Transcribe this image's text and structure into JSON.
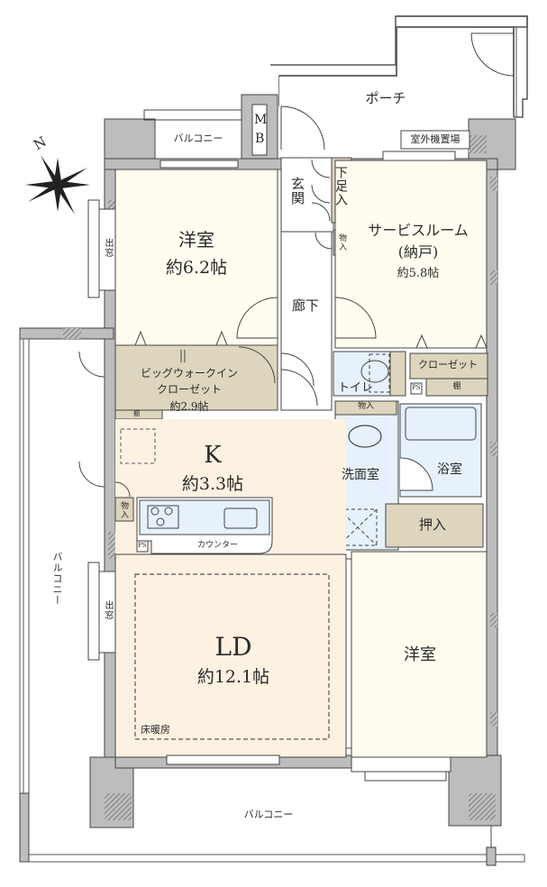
{
  "plan": {
    "colors": {
      "wall": "#bdbdbd",
      "wall_line": "#444444",
      "room_western": "#fffdf0",
      "room_ldk": "#fdf1e2",
      "room_wet": "#e6f1fb",
      "storage": "#ddd5bd",
      "corridor": "#ffffff"
    },
    "compass": {
      "label": "N"
    },
    "porch": {
      "label": "ポーチ"
    },
    "mb": {
      "line1": "M",
      "line2": "B"
    },
    "outdoor_unit": {
      "label": "室外機置場"
    },
    "balcony_north": {
      "label": "バルコニー"
    },
    "balcony_west": {
      "label": "バルコニー"
    },
    "balcony_south": {
      "label": "バルコニー"
    },
    "entrance": {
      "label": "玄関"
    },
    "shoe_box": {
      "label": "下足入"
    },
    "hallway_storage": {
      "label": "物入"
    },
    "hallway": {
      "label": "廊下"
    },
    "western_room_1": {
      "name": "洋室",
      "area": "約6.2帖",
      "bay_window": "出窓"
    },
    "service_room": {
      "name": "サービスルーム",
      "sub": "(納戸)",
      "area": "約5.8帖"
    },
    "closet": {
      "label": "クローゼット",
      "shelf": "棚",
      "ps": "PS"
    },
    "walk_in_closet": {
      "line1": "ビッグウォークイン",
      "line2": "クローゼット",
      "area": "約2.9帖",
      "shelf": "棚"
    },
    "toilet": {
      "label": "トイレ"
    },
    "washroom": {
      "label": "洗面室",
      "storage": "物入"
    },
    "bathroom": {
      "label": "浴室"
    },
    "oshiire": {
      "label": "押入"
    },
    "kitchen": {
      "name": "K",
      "area": "約3.3帖",
      "storage": "物入",
      "counter": "カウンター",
      "ps": "PS"
    },
    "living_dining": {
      "name": "LD",
      "area": "約12.1帖",
      "floor_heating": "床暖房",
      "bay_window": "出窓"
    },
    "western_room_2": {
      "name": "洋室"
    }
  }
}
